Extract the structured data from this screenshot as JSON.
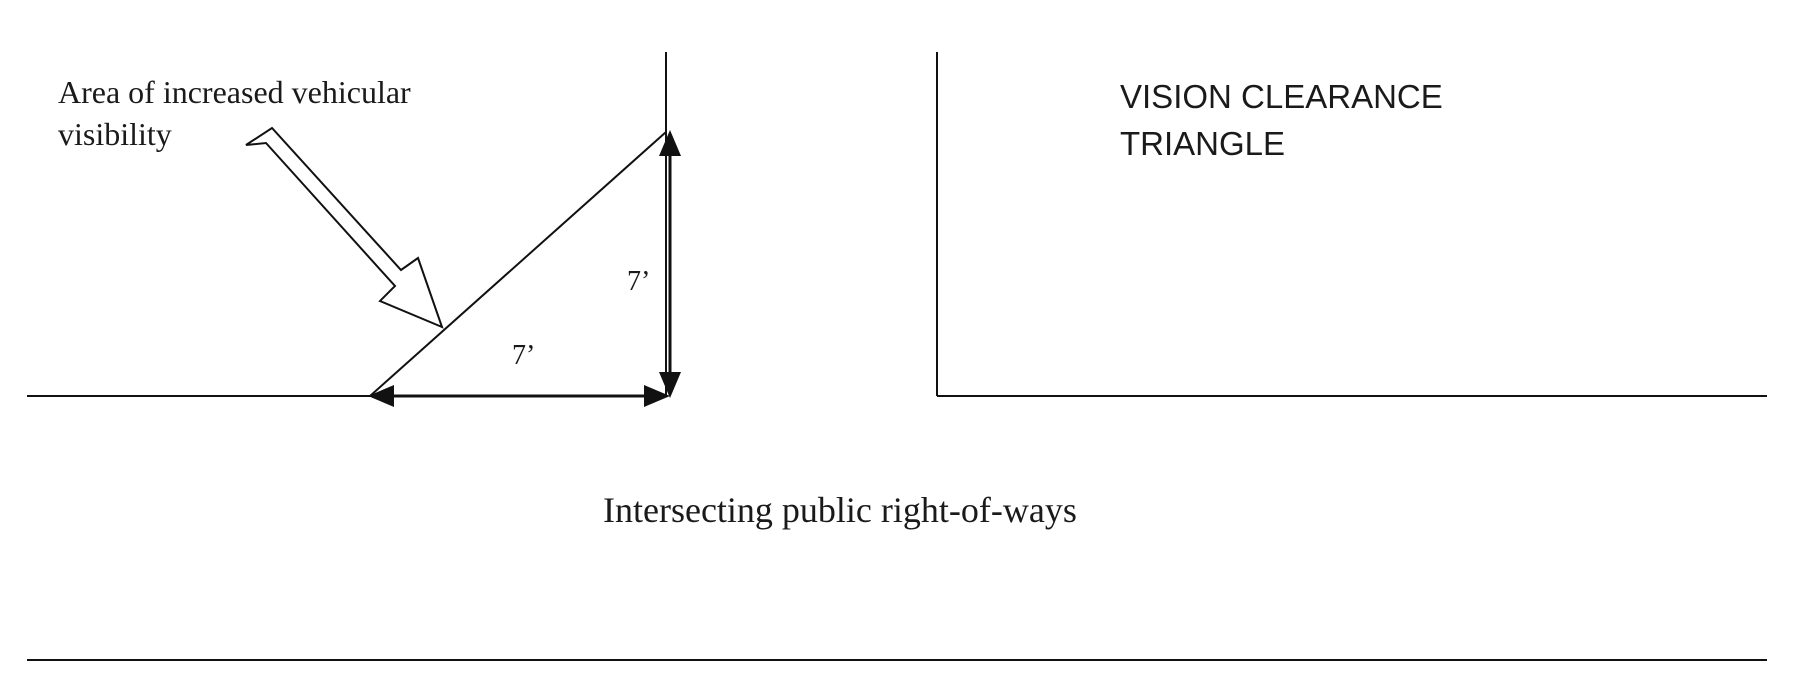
{
  "diagram": {
    "title_line1": "VISION CLEARANCE",
    "title_line2": "TRIANGLE",
    "callout_line1": "Area of increased vehicular",
    "callout_line2": "visibility",
    "horizontal_dimension": "7’",
    "vertical_dimension": "7’",
    "street_label": "Intersecting public right-of-ways"
  }
}
